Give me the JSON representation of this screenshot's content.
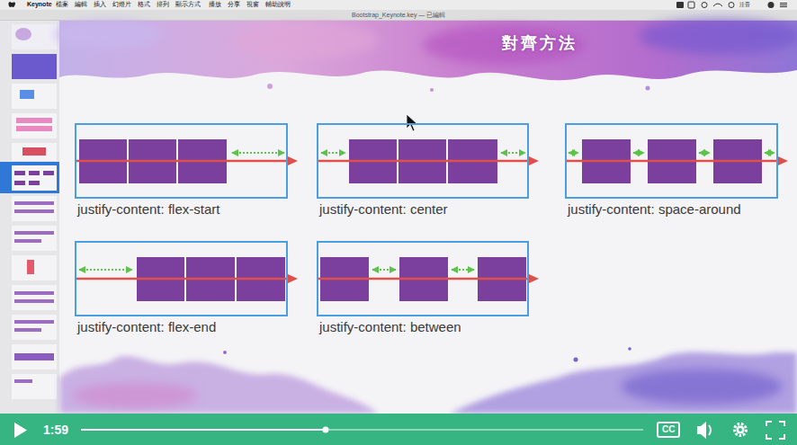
{
  "diagram": {
    "title": "對齊方法",
    "nodes": [
      {
        "text": [
          "justify-content: flex-start"
        ]
      },
      {
        "text": [
          "justify-content: center"
        ]
      },
      {
        "text": [
          "justify-content: space-around"
        ]
      },
      {
        "text": [
          "justify-content: flex-end"
        ]
      },
      {
        "text": [
          "justify-content: between"
        ]
      }
    ],
    "labels": [
      "Keynote",
      "檔案",
      "編輯",
      "插入",
      "幻燈片",
      "格式",
      "排列",
      "顯示方式",
      "播放",
      "分享",
      "視窗",
      "輔助說明",
      "Bootstrap_Keynote.key — 已編輯",
      "注音",
      "1:59",
      "CC"
    ]
  }
}
